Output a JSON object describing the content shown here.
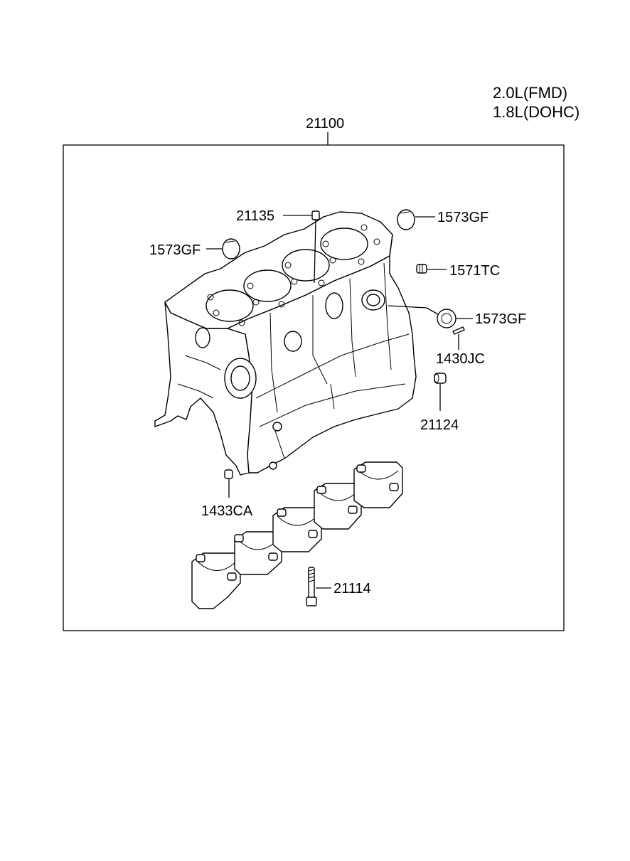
{
  "engine_variants": [
    "2.0L(FMD)",
    "1.8L(DOHC)"
  ],
  "assembly_label": "21100",
  "callouts": {
    "c21135": "21135",
    "c1573gf_top": "1573GF",
    "c1573gf_left": "1573GF",
    "c1571tc": "1571TC",
    "c1573gf_right": "1573GF",
    "c1430jc": "1430JC",
    "c21124": "21124",
    "c1433ca": "1433CA",
    "c21114": "21114"
  }
}
